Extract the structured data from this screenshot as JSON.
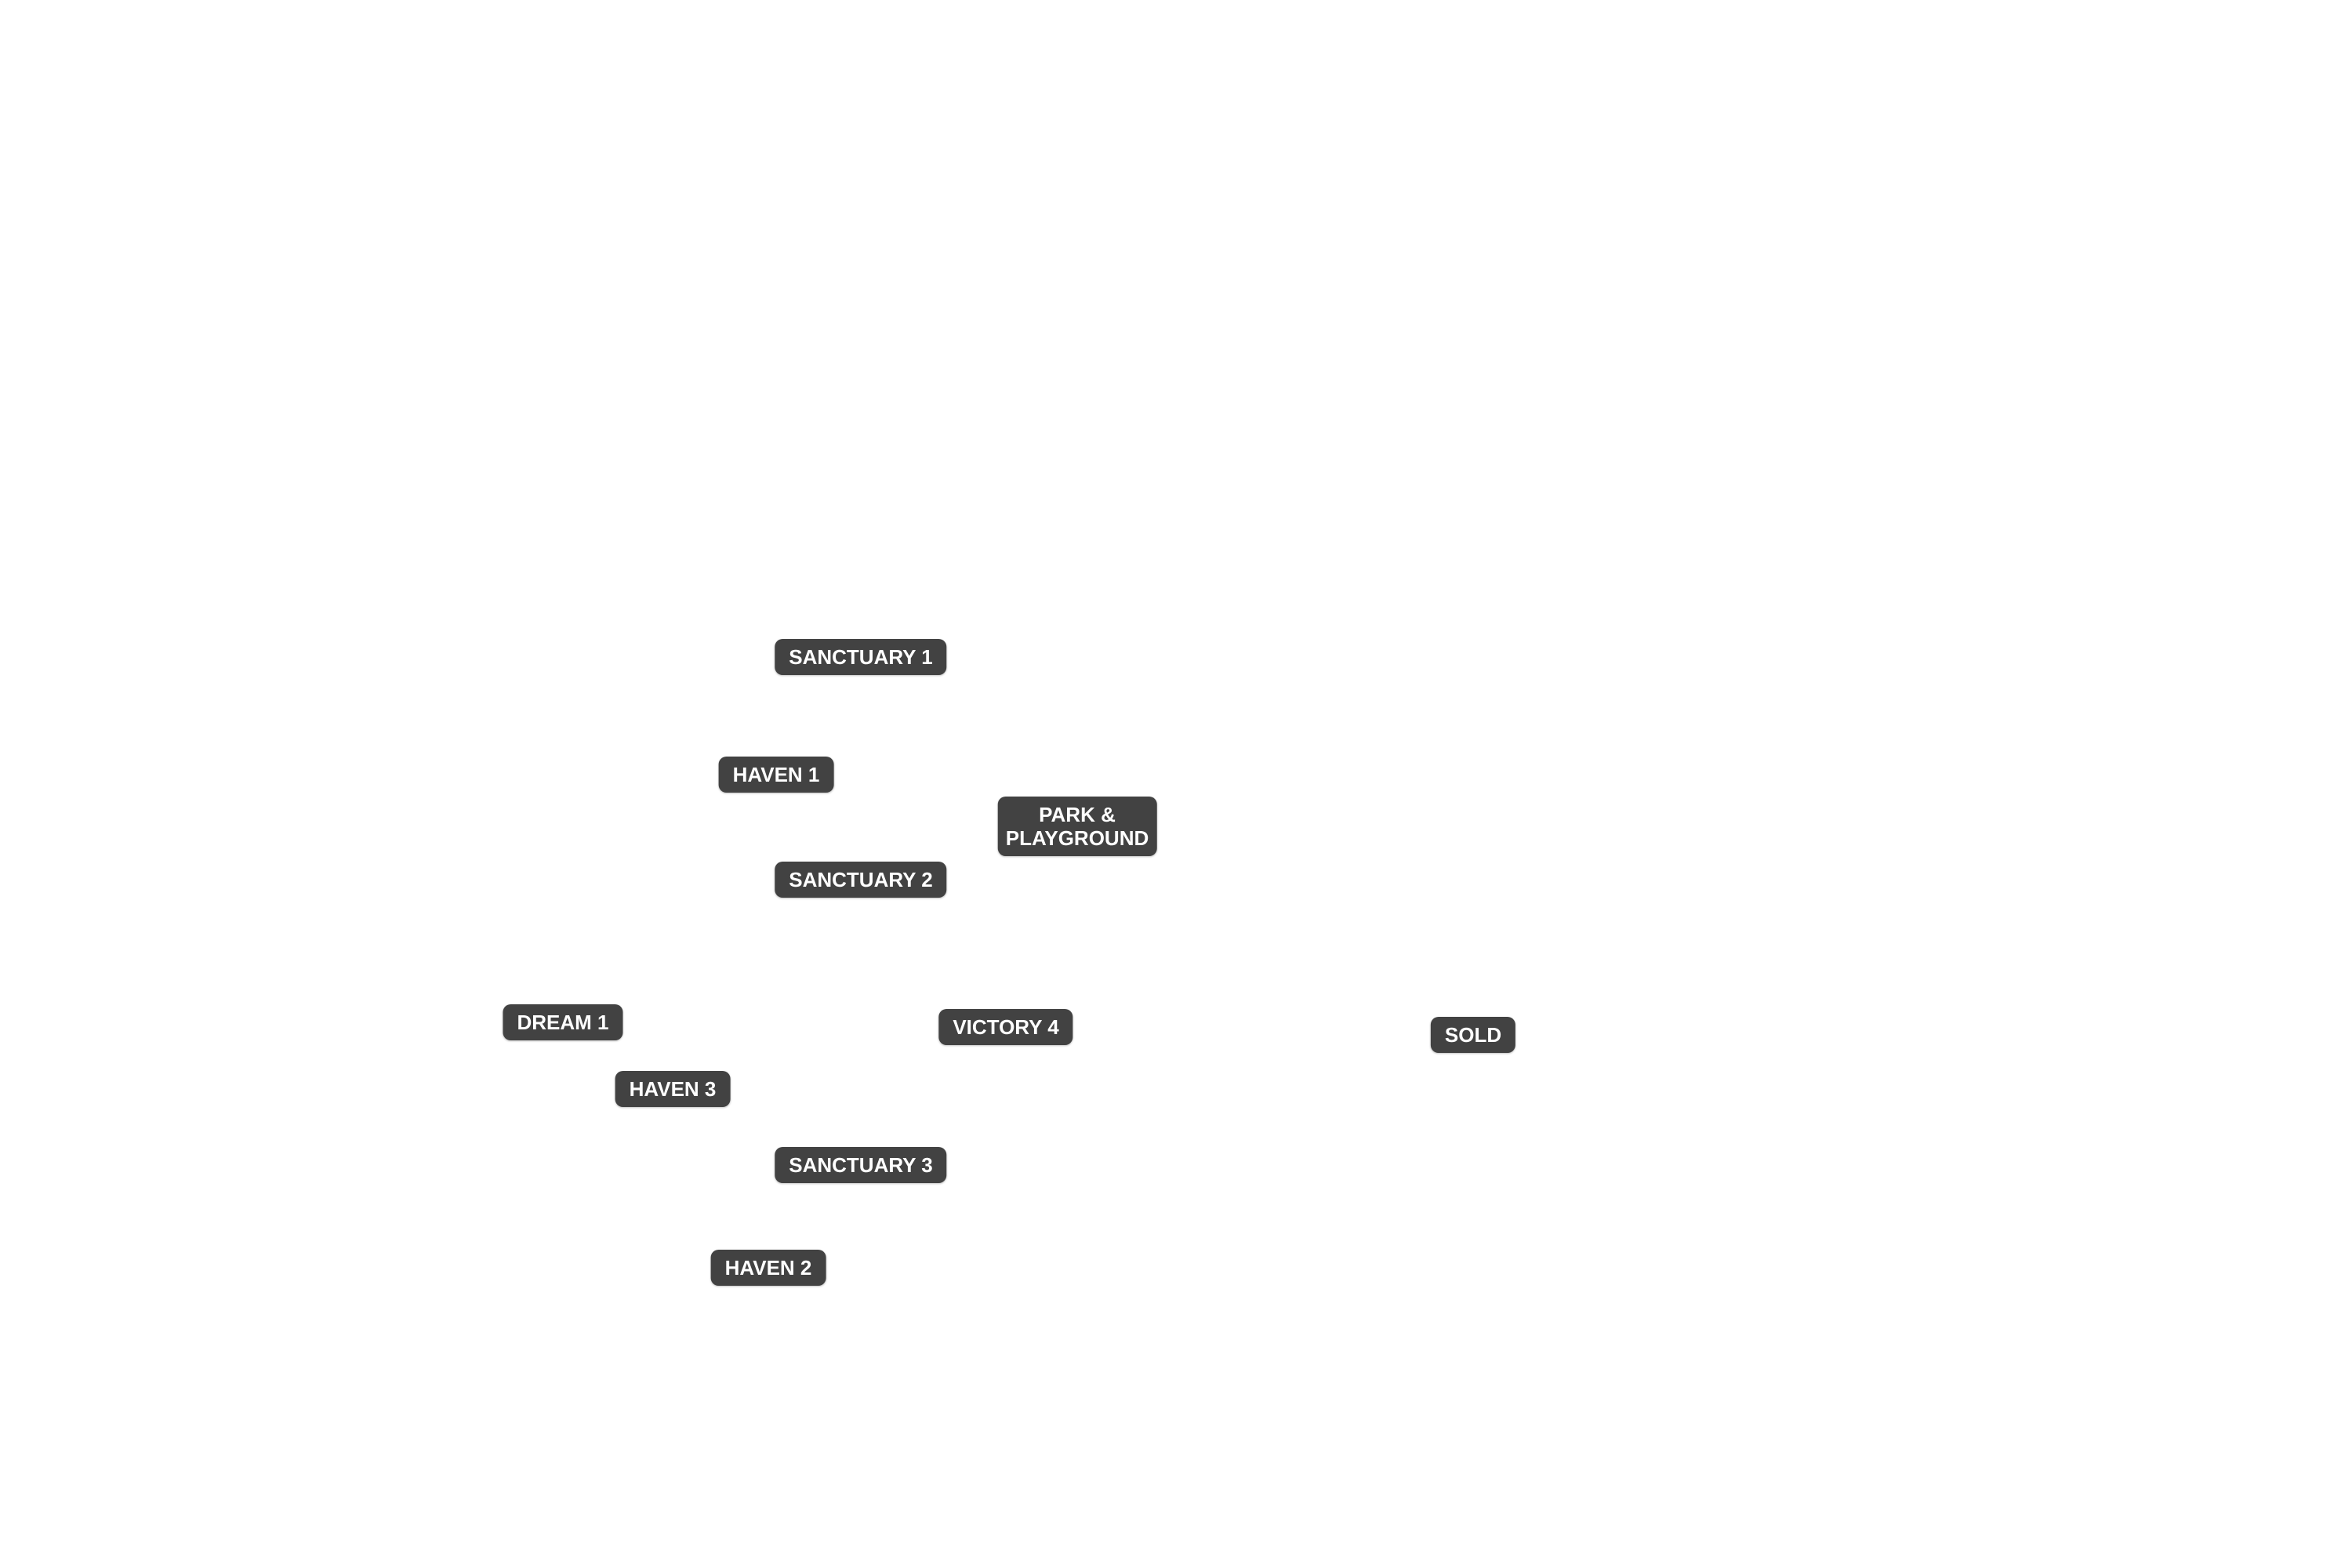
{
  "map": {
    "labels": {
      "sanctuary_1": "SANCTUARY 1",
      "haven_1": "HAVEN 1",
      "park_line1": "PARK &",
      "park_line2": "PLAYGROUND",
      "sanctuary_2": "SANCTUARY 2",
      "dream_1": "DREAM 1",
      "victory_4": "VICTORY 4",
      "sold": "SOLD",
      "haven_3": "HAVEN 3",
      "sanctuary_3": "SANCTUARY 3",
      "haven_2": "HAVEN 2"
    },
    "colors": {
      "label_background": "#424242",
      "label_text": "#ffffff",
      "canvas": "#ffffff"
    }
  }
}
